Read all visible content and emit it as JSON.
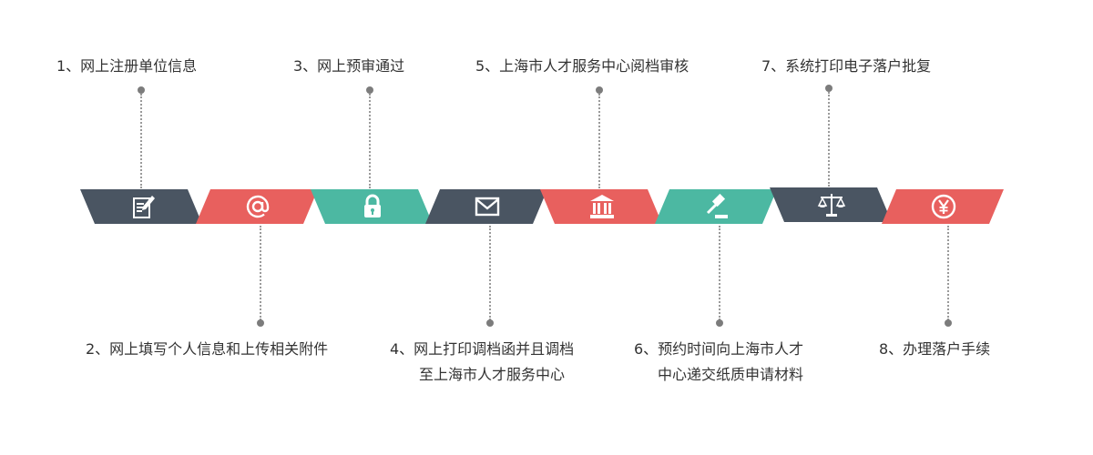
{
  "colors": {
    "dark": "#4a5562",
    "red": "#e8605e",
    "teal": "#4cb8a2",
    "text": "#333333",
    "line": "#9a9a9a"
  },
  "steps": [
    {
      "label": "1、网上注册单位信息",
      "icon": "edit-document-icon",
      "color": "dark"
    },
    {
      "label": "2、网上填写个人信息和上传相关附件",
      "icon": "at-sign-icon",
      "color": "red"
    },
    {
      "label": "3、网上预审通过",
      "icon": "lock-icon",
      "color": "teal"
    },
    {
      "label": "4、网上打印调档函并且调档",
      "label2": "至上海市人才服务中心",
      "icon": "envelope-icon",
      "color": "dark"
    },
    {
      "label": "5、上海市人才服务中心阅档审核",
      "icon": "bank-building-icon",
      "color": "red"
    },
    {
      "label": "6、预约时间向上海市人才",
      "label2": "中心递交纸质申请材料",
      "icon": "gavel-icon",
      "color": "teal"
    },
    {
      "label": "7、系统打印电子落户批复",
      "icon": "scales-icon",
      "color": "dark"
    },
    {
      "label": "8、办理落户手续",
      "icon": "yen-coin-icon",
      "color": "red"
    }
  ]
}
